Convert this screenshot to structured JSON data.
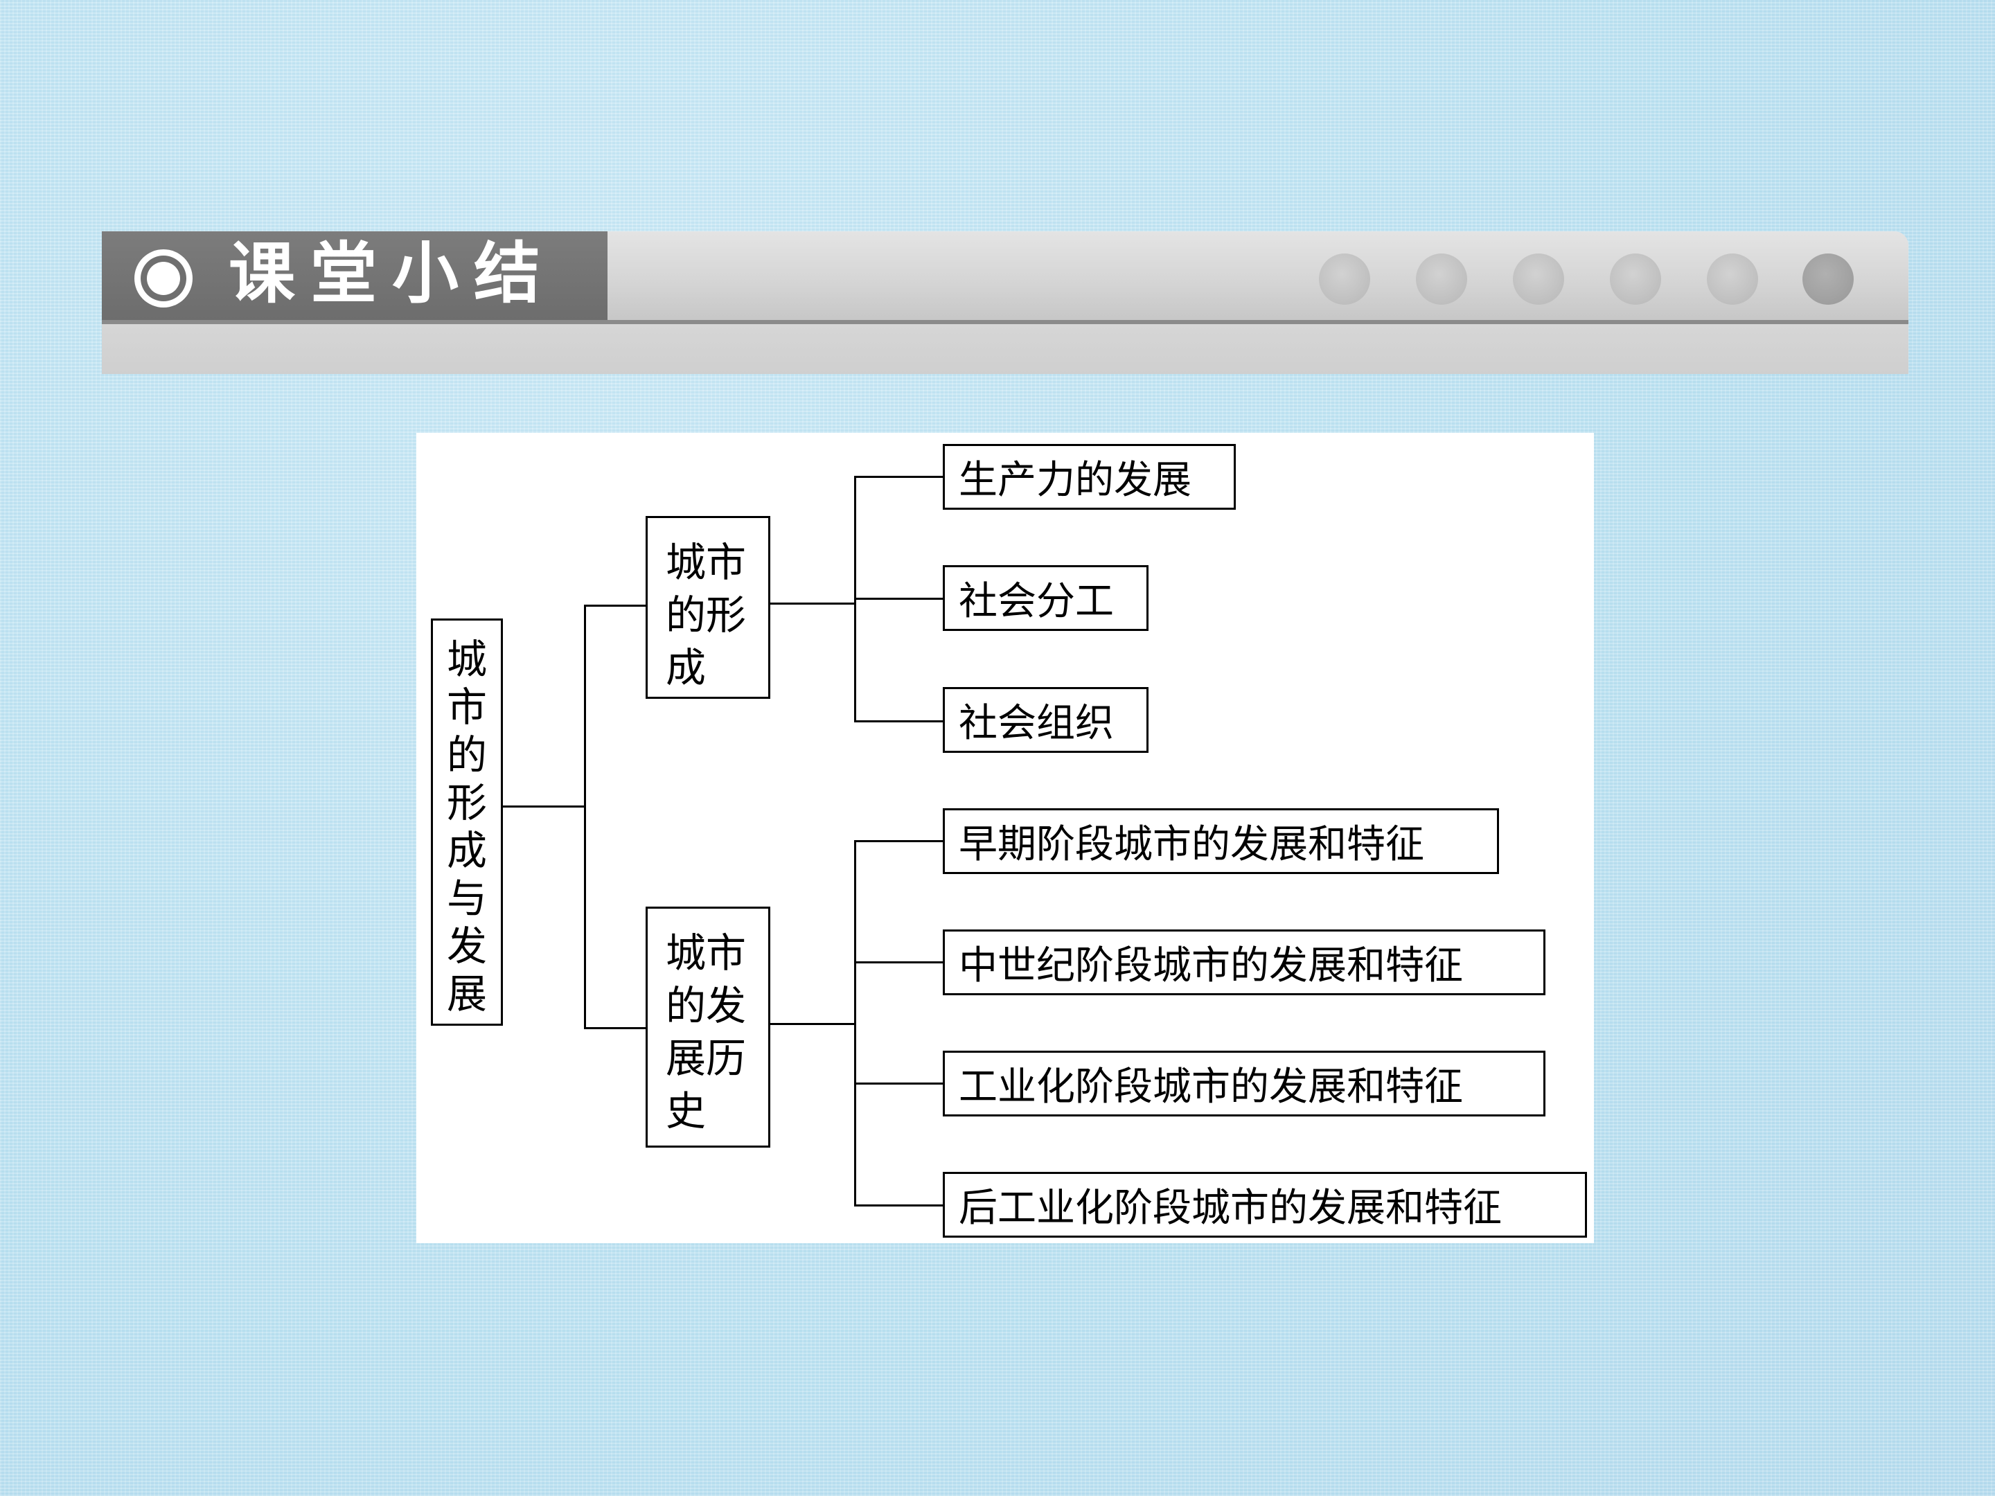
{
  "header": {
    "title": "课堂小结",
    "icon": "target-icon",
    "decorative_dots": 6
  },
  "diagram": {
    "root": {
      "label": "城市的形成与发展"
    },
    "branches": [
      {
        "label": "城市的形成",
        "children": [
          "生产力的发展",
          "社会分工",
          "社会组织"
        ]
      },
      {
        "label": "城市的发展历史",
        "children": [
          "早期阶段城市的发展和特征",
          "中世纪阶段城市的发展和特征",
          "工业化阶段城市的发展和特征",
          "后工业化阶段城市的发展和特征"
        ]
      }
    ]
  }
}
